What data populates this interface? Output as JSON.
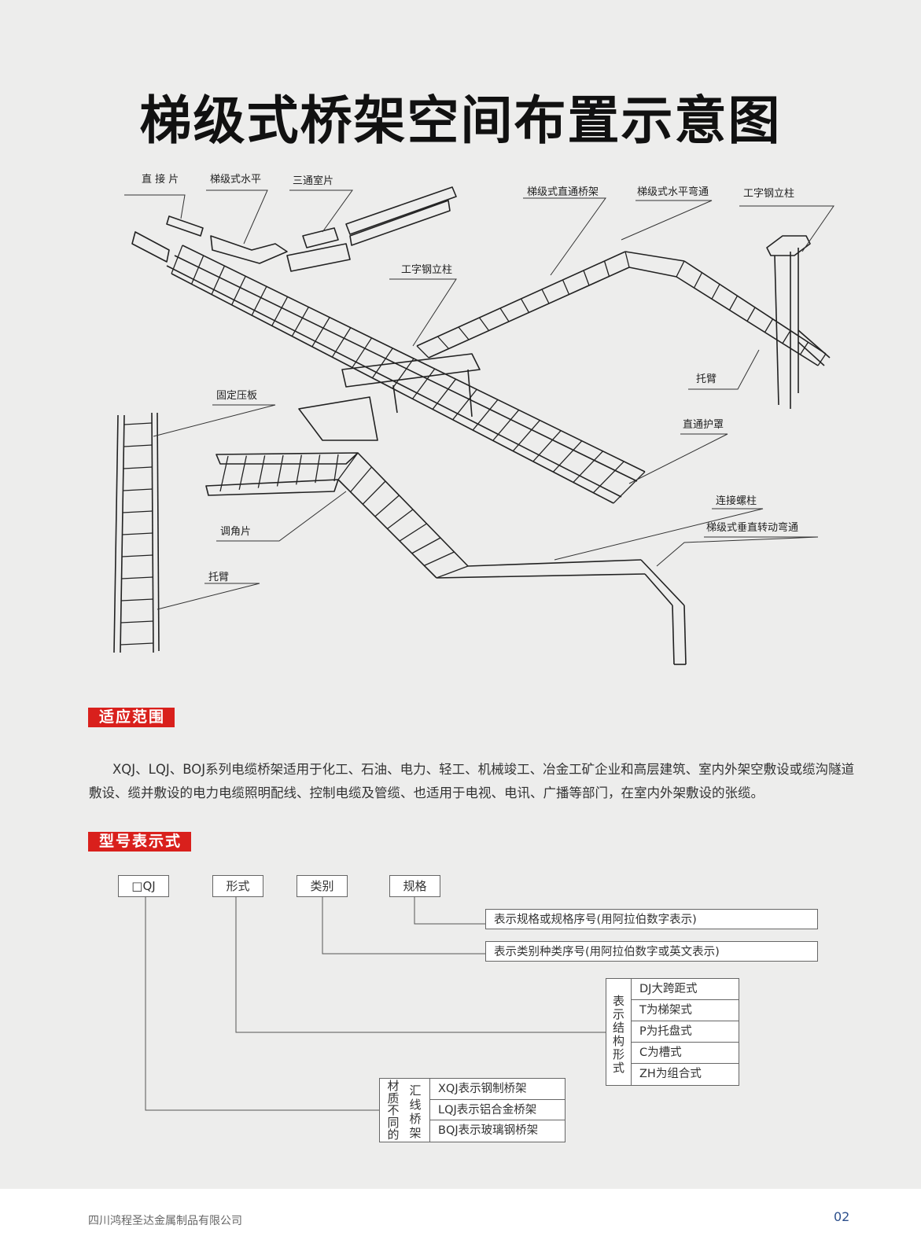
{
  "title": "梯级式桥架空间布置示意图",
  "diagram_labels": {
    "straight_piece": "直 接 片",
    "ladder_horizontal": "梯级式水平",
    "tee_piece": "三通室片",
    "ladder_straight_tray": "梯级式直通桥架",
    "ladder_horizontal_bend": "梯级式水平弯通",
    "i_beam_column_right": "工字钢立柱",
    "i_beam_column_center": "工字钢立柱",
    "bracket_right": "托臂",
    "fixed_plate": "固定压板",
    "straight_cover": "直通护罩",
    "angle_piece": "调角片",
    "bracket_left": "托臂",
    "connecting_bolt": "连接螺柱",
    "vertical_bend": "梯级式垂直转动弯通"
  },
  "sections": {
    "scope_title": "适应范围",
    "scope_text": "XQJ、LQJ、BOJ系列电缆桥架适用于化工、石油、电力、轻工、机械竣工、冶金工矿企业和高层建筑、室内外架空敷设或缆沟隧道敷设、缆并敷设的电力电缆照明配线、控制电缆及管缆、也适用于电视、电讯、广播等部门，在室内外架敷设的张缆。",
    "model_title": "型号表示式"
  },
  "model": {
    "boxes": [
      "□QJ",
      "形式",
      "类别",
      "规格"
    ],
    "spec_desc": "表示规格或规格序号(用阿拉伯数字表示)",
    "category_desc": "表示类别种类序号(用阿拉伯数字或英文表示)",
    "structure_head": "表示结构形式",
    "structure_items": [
      "DJ大跨距式",
      "T为梯架式",
      "P为托盘式",
      "C为槽式",
      "ZH为组合式"
    ],
    "material_head_col1": "材质不同的",
    "material_head_col2": "汇线桥架",
    "material_items": [
      "XQJ表示钢制桥架",
      "LQJ表示铝合金桥架",
      "BQJ表示玻璃钢桥架"
    ]
  },
  "footer": {
    "company": "四川鸿程圣达金属制品有限公司",
    "page": "02"
  }
}
